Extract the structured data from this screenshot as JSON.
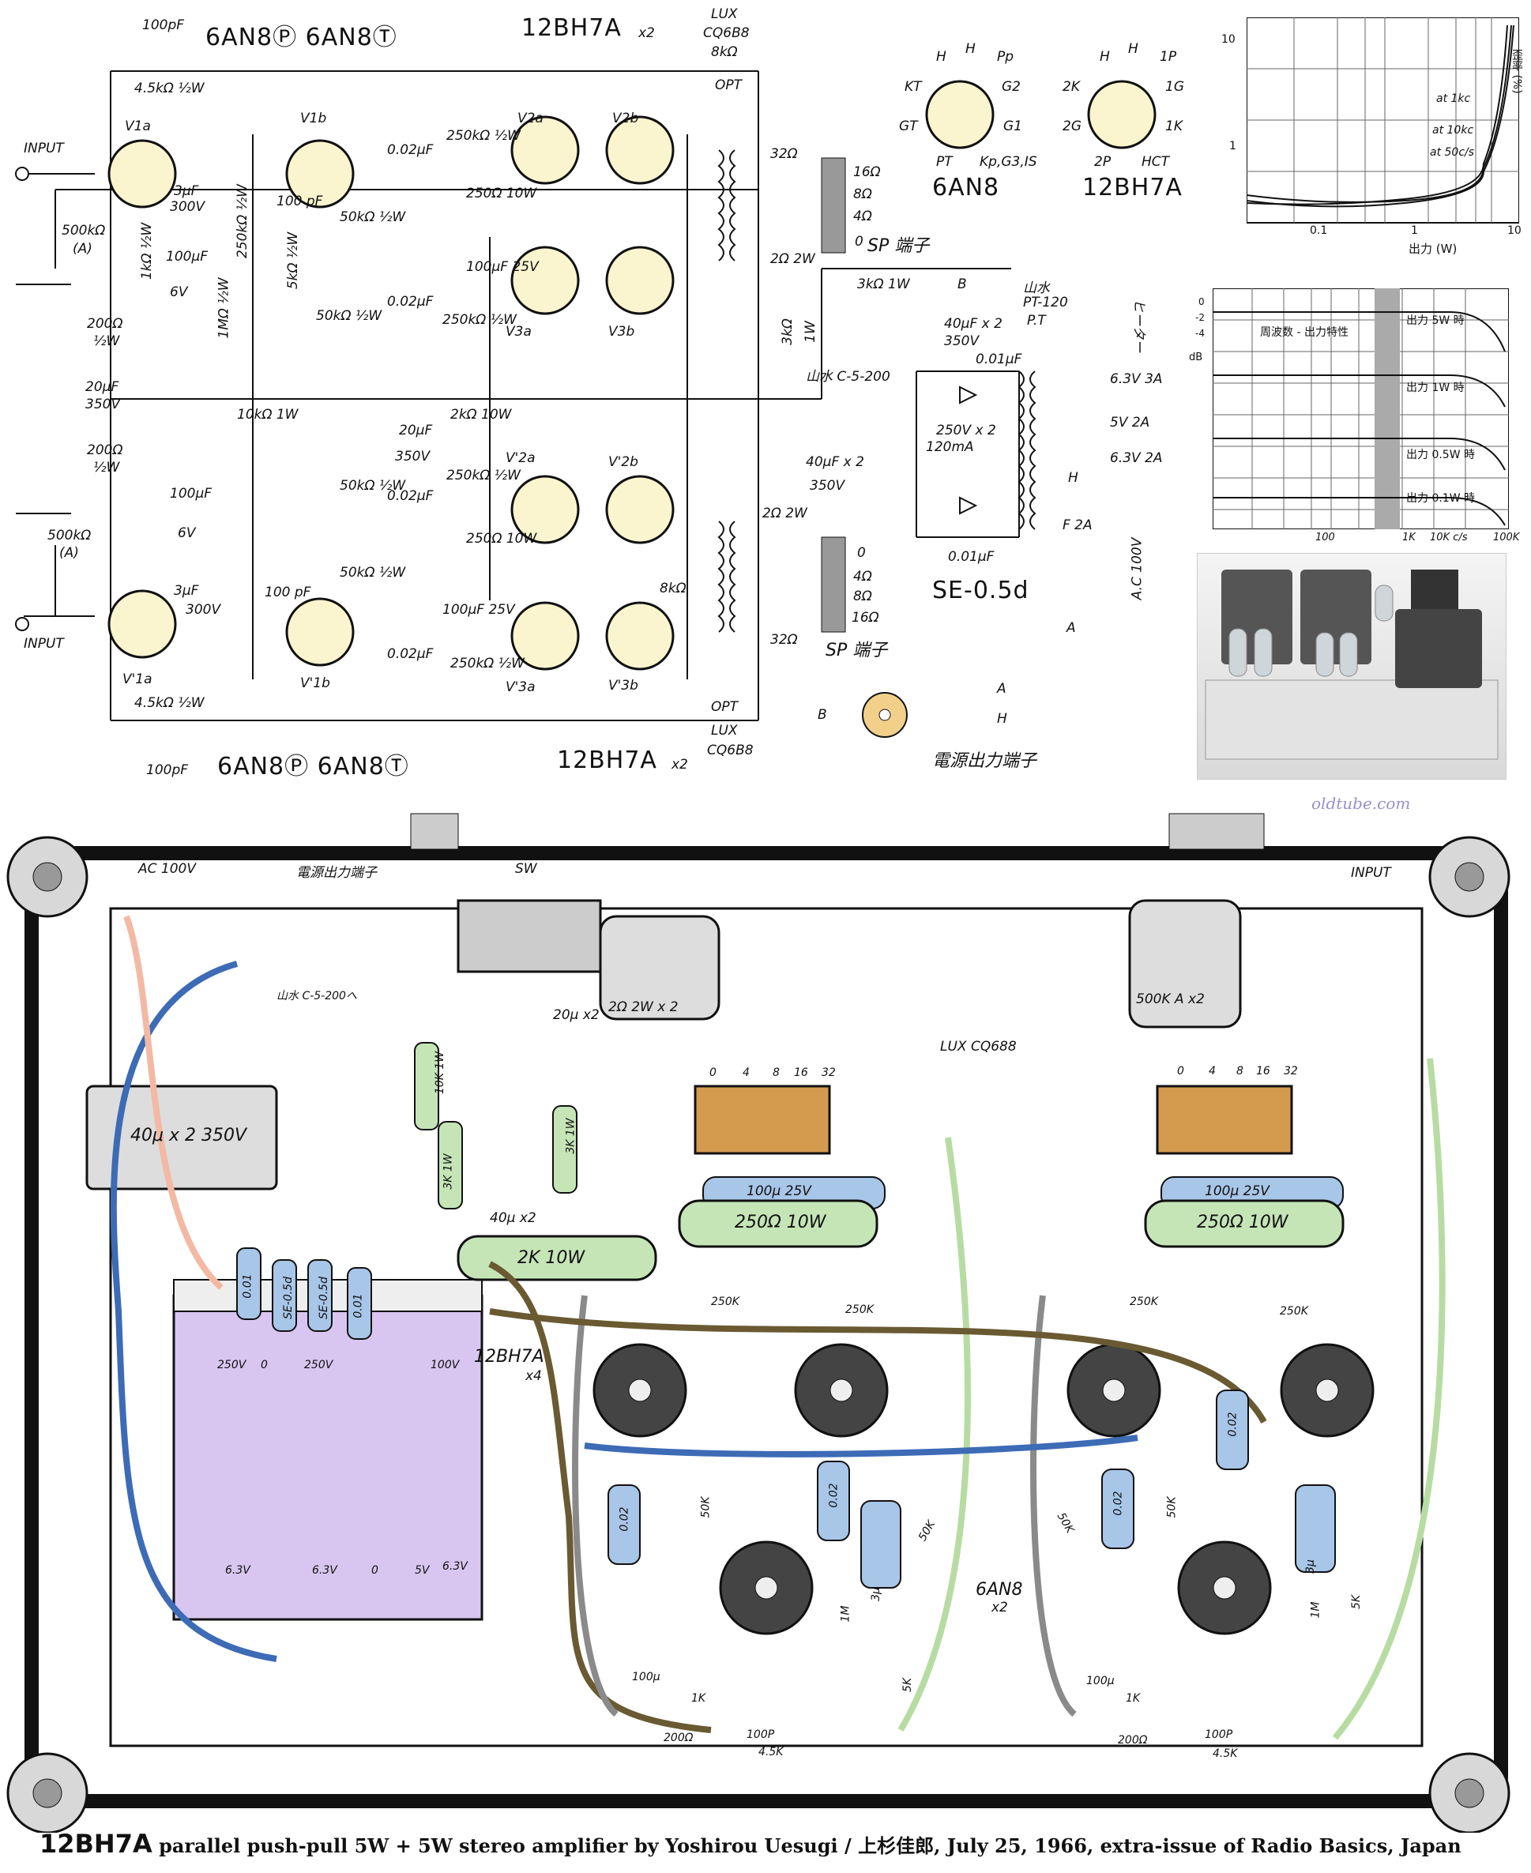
{
  "schematic": {
    "ch1_tubes_left": "6AN8Ⓟ  6AN8Ⓣ",
    "ch2_tubes_left": "6AN8Ⓟ  6AN8Ⓣ",
    "output_tubes_top": "12BH7A",
    "output_tubes_bottom": "12BH7A",
    "x2": "x2",
    "opt_top": [
      "LUX",
      "CQ6B8",
      "8kΩ"
    ],
    "opt_bottom": [
      "LUX",
      "CQ6B8"
    ],
    "opt_label": "OPT",
    "input": "INPUT",
    "volume": [
      "500kΩ",
      "(A)"
    ],
    "c_100pf": "100pF",
    "r_4_5k": "4.5kΩ ½W",
    "r_1k": "1kΩ ½W",
    "r_200": "200Ω",
    "r_200_w": "½W",
    "r_250k": "250kΩ ½W",
    "r_1m": "1MΩ ½W",
    "c_3uf": "3μF",
    "c_300v": "300V",
    "c_100uf": "100μF",
    "c_6v": "6V",
    "c_100p": "100 pF",
    "r_5k": "5kΩ ½W",
    "r_50k": "50kΩ ½W",
    "c_002": "0.02μF",
    "r_250k_bias": "250kΩ ½W",
    "r_250_10w": "250Ω 10W",
    "c_100u25": "100μF 25V",
    "r_10k1w": "10kΩ 1W",
    "r_2k10w": "2kΩ 10W",
    "c_20u350": "20μF",
    "c_20u350v": "350V",
    "v1a": "V1a",
    "v1b": "V1b",
    "v2a": "V2a",
    "v2b": "V2b",
    "v3a": "V3a",
    "v3b": "V3b",
    "v1a2": "V'1a",
    "v1b2": "V'1b",
    "v2a2": "V'2a",
    "v2b2": "V'2b",
    "v3a2": "V'3a",
    "v3b2": "V'3b",
    "ohm32": "32Ω",
    "ohm8k": "8kΩ",
    "taps_top": [
      "16Ω",
      "8Ω",
      "4Ω",
      "0"
    ],
    "taps_bottom": [
      "0",
      "4Ω",
      "8Ω",
      "16Ω"
    ],
    "sp_terminal": "SP 端子",
    "r_2ohm": "2Ω 2W",
    "psu_r3k": "3kΩ 1W",
    "psu_r3k2": "3kΩ",
    "psu_r3k2w": "1W",
    "psu_cap": "40μF x 2",
    "psu_cap_v": "350V",
    "choke": "山水 C-5-200",
    "pt": [
      "山水",
      "PT-120",
      "P.T"
    ],
    "c_001": "0.01μF",
    "v250": "250V x 2",
    "ma120": "120mA",
    "se05": "SE-0.5d",
    "heater_6v3_3a": "6.3V 3A",
    "heater_5v": "5V 2A",
    "heater_6v3_2a": "6.3V 2A",
    "fuse": "F 2A",
    "ac100": "A.C 100V",
    "heater_label": "ヒーター",
    "node_a": "A",
    "node_b": "B",
    "node_h": "H",
    "psu_out": "電源出力端子",
    "pin_6an8": "6AN8",
    "pin_12bh7a": "12BH7A",
    "pins_6an8": [
      "H",
      "H",
      "Pp",
      "KT",
      "G2",
      "GT",
      "G1",
      "PT",
      "Kp,G3,IS"
    ],
    "pins_12bh7a": [
      "H",
      "H",
      "1P",
      "2K",
      "1G",
      "2G",
      "1K",
      "2P",
      "HCT"
    ]
  },
  "chart_dist": {
    "ylabel": "歪率 (%)",
    "xlabel": "出力 (W)",
    "yticks": [
      "10",
      "1"
    ],
    "xticks": [
      "0.1",
      "1",
      "10"
    ],
    "legend": [
      "at 1kc",
      "at 10kc",
      "at 50c/s"
    ]
  },
  "chart_freq": {
    "title": "周波数 - 出力特性",
    "ylabel": "dB",
    "yticks": [
      "0",
      "-2",
      "-4"
    ],
    "xticks": [
      "100",
      "1K",
      "10K c/s",
      "100K"
    ],
    "series_labels": [
      "出力 5W 時",
      "出力 1W 時",
      "出力 0.5W 時",
      "出力 0.1W 時"
    ]
  },
  "watermark": "oldtube.com",
  "layout": {
    "ac100": "AC 100V",
    "psu_terminal": "電源出力端子",
    "sw": "SW",
    "input": "INPUT",
    "choke_ref": "山水 C-5-200へ",
    "r_2ohm_x2": "2Ω 2W x 2",
    "pot": "500K A x2",
    "cap_40u": "40μ x 2   350V",
    "r_10k1w": "10K 1W",
    "r_3k1w_a": "3K 1W",
    "r_3k1w_b": "3K 1W",
    "cap_20u": "20μ x2",
    "cap_40u2": "40μ x2",
    "opt": "LUX CQ688",
    "taps": [
      "0",
      "4",
      "8",
      "16",
      "32"
    ],
    "taps2": [
      "0",
      "4",
      "8",
      "16",
      "32"
    ],
    "c100u": "100μ 25V",
    "r250_10w": "250Ω 10W",
    "c100u_b": "100μ 25V",
    "r250_10w_b": "250Ω 10W",
    "r2k10w": "2K 10W",
    "tube_12bh7a": "12BH7A",
    "tube_12bh7a_x": "x4",
    "tube_6an8": "6AN8",
    "tube_6an8_x": "x2",
    "c001": "0.01",
    "se05a": "SE-0.5d",
    "se05b": "SE-0.5d",
    "c001b": "0.01",
    "pt_taps_top": [
      "250V",
      "0",
      "250V",
      "100V"
    ],
    "pt_taps_bottom": [
      "6.3V",
      "6.3V",
      "0",
      "5V",
      "6.3V"
    ],
    "r250k": "250K",
    "c002": "0.02",
    "r50k": "50K",
    "c100u_small": "100μ",
    "r1k": "1K",
    "r200": "200Ω",
    "c100p": "100P",
    "r45k": "4.5K",
    "c3u": "3μ",
    "r5k": "5K",
    "r1m": "1M"
  },
  "caption": {
    "model": "12BH7A",
    "text": "parallel push-pull 5W + 5W stereo amplifier by Yoshirou Uesugi / 上杉佳郎,  July 25, 1966, extra-issue of Radio Basics, Japan"
  }
}
